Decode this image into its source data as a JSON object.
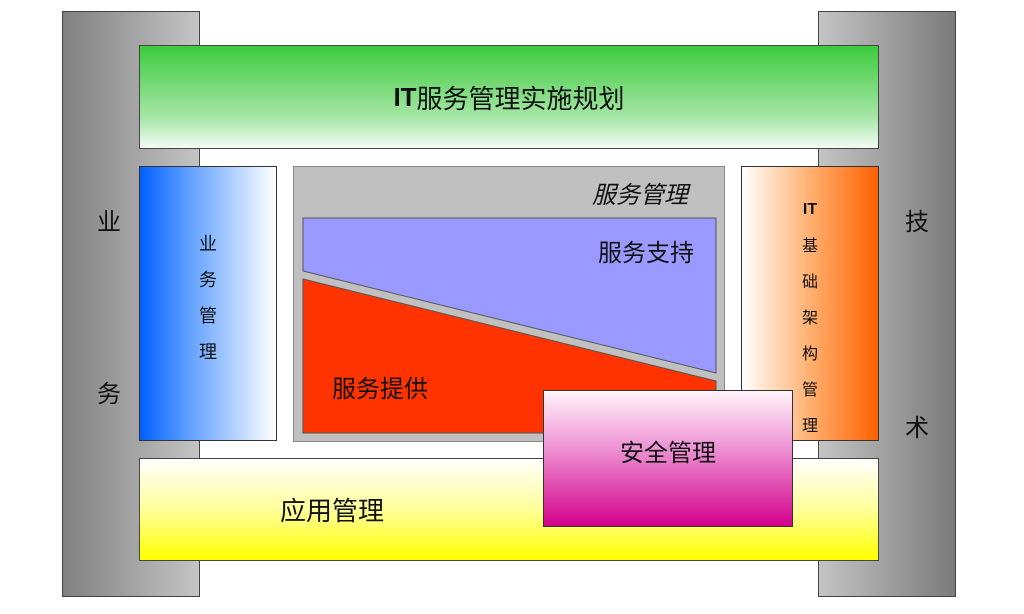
{
  "diagram": {
    "left_pillar": {
      "chars": [
        "业",
        "务"
      ],
      "label": "业务"
    },
    "right_pillar": {
      "chars": [
        "技",
        "术"
      ],
      "label": "技术"
    },
    "top_bar": {
      "prefix": "IT",
      "label": "服务管理实施规划"
    },
    "bottom_bar": {
      "label": "应用管理"
    },
    "business_mgmt": {
      "chars": [
        "业",
        "务",
        "管",
        "理"
      ],
      "label": "业务管理"
    },
    "it_infra_mgmt": {
      "prefix": "IT",
      "chars": [
        "基",
        "础",
        "架",
        "构",
        "管",
        "理"
      ],
      "label": "IT基础架构管理"
    },
    "service_mgmt": {
      "title": "服务管理",
      "support": "服务支持",
      "delivery": "服务提供"
    },
    "security_mgmt": {
      "label": "安全管理"
    },
    "colors": {
      "pillar": "#a0a0a0",
      "top_bar": "#3ccb3c",
      "bottom_bar": "#ffff00",
      "business_mgmt": "#0060ff",
      "it_infra_mgmt": "#ff6000",
      "service_mgmt_bg": "#c0c0c0",
      "service_support": "#9999ff",
      "service_delivery": "#ff3300",
      "security_mgmt": "#d4008c"
    }
  }
}
